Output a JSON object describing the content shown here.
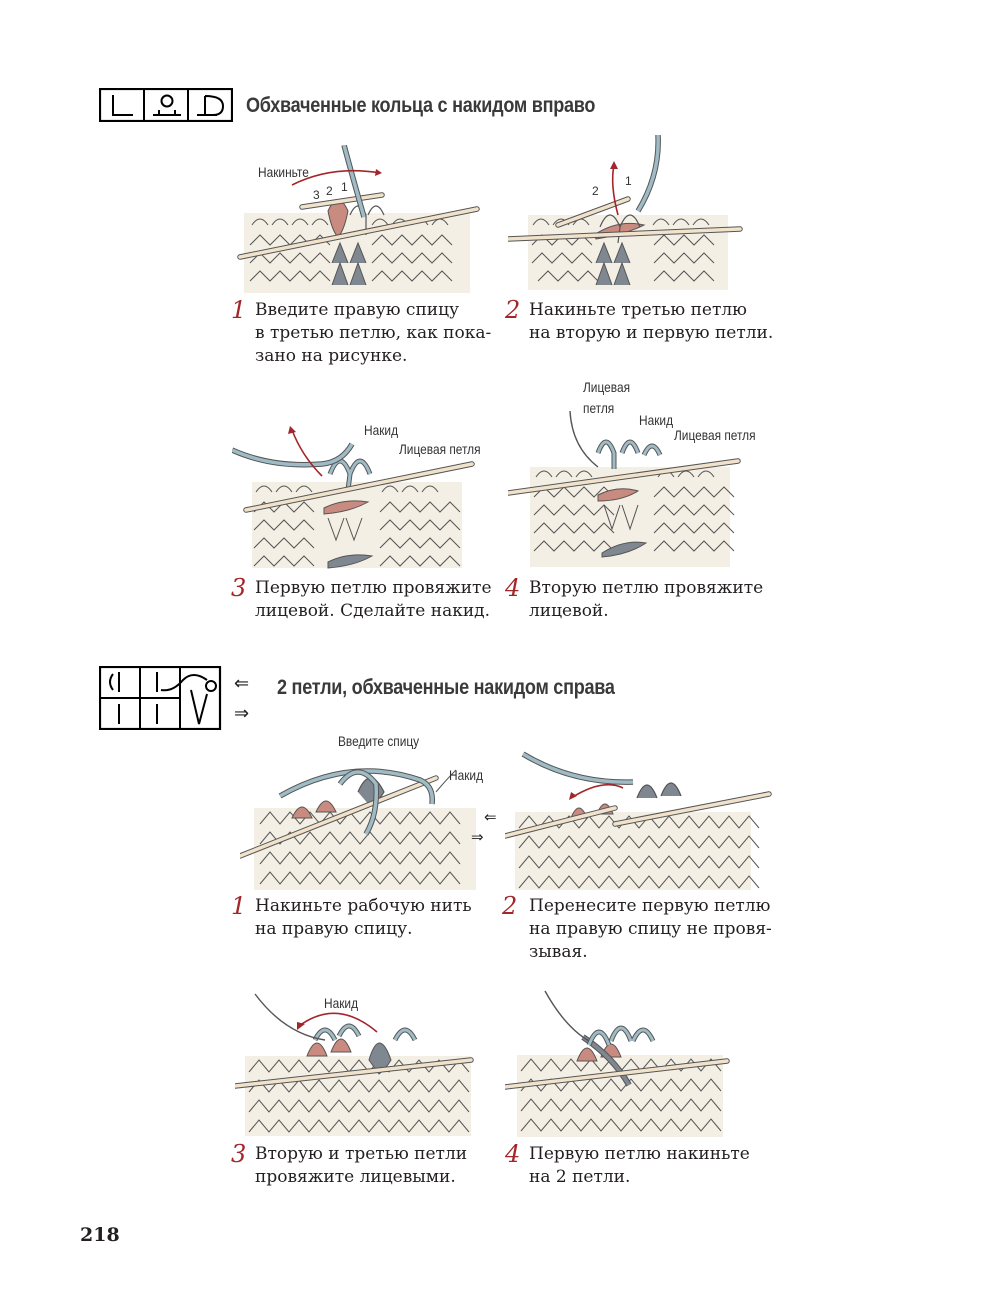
{
  "section1": {
    "title": "Обхваченные кольца с накидом вправо",
    "steps": [
      {
        "num": "1",
        "text": "Введите правую спицу\nв третью петлю, как пока-\nзано на рисунке."
      },
      {
        "num": "2",
        "text": "Накиньте третью петлю\nна вторую и первую петли."
      },
      {
        "num": "3",
        "text": "Первую петлю провяжите\nлицевой. Сделайте накид."
      },
      {
        "num": "4",
        "text": "Вторую петлю провяжите\nлицевой."
      }
    ],
    "labels": {
      "wrap": "Накиньте",
      "n3": "3",
      "n2": "2",
      "n1": "1",
      "img2_n2": "2",
      "img2_n1": "1",
      "yarnover": "Накид",
      "knit_loop": "Лицевая петля",
      "knit_loop_a": "Лицевая",
      "knit_loop_b": "петля",
      "yarnover_b": "Накид",
      "knit_loop_c": "Лицевая петля"
    }
  },
  "section2": {
    "title": "2 петли, обхваченные накидом справа",
    "arrow_left": "⇐",
    "arrow_right": "⇒",
    "steps": [
      {
        "num": "1",
        "text": "Накиньте рабочую нить\nна правую спицу."
      },
      {
        "num": "2",
        "text": "Перенесите первую петлю\nна правую спицу не провя-\nзывая."
      },
      {
        "num": "3",
        "text": "Вторую и третью петли\nпровяжите лицевыми."
      },
      {
        "num": "4",
        "text": "Первую петлю накиньте\nна 2 петли."
      }
    ],
    "labels": {
      "insert": "Введите спицу",
      "yarnover": "Накид",
      "arrow_l": "⇐",
      "arrow_r": "⇒",
      "yarnover_b": "Накид"
    }
  },
  "page_number": "218",
  "colors": {
    "accent_red": "#a3262a",
    "yarn_pink": "#c98a7f",
    "yarn_blue": "#9fbcc6",
    "yarn_gray": "#7f8791",
    "fabric": "#f4efe4"
  }
}
